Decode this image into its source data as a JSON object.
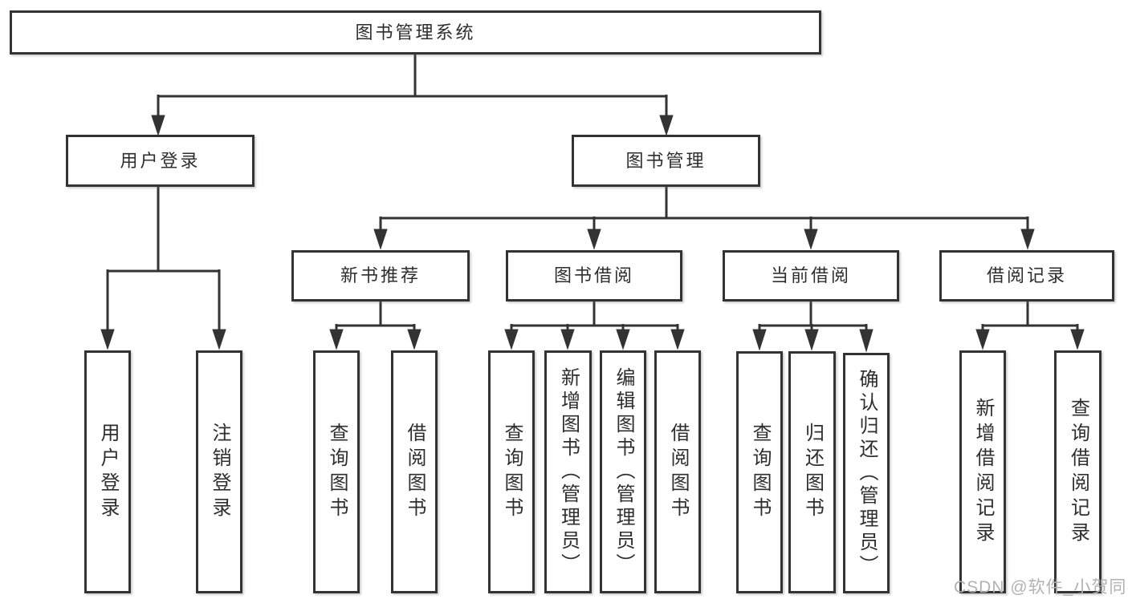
{
  "diagram": {
    "root": {
      "label": "图书管理系统"
    },
    "branches": [
      {
        "label": "用户登录",
        "children": [
          {
            "label": "用户登录"
          },
          {
            "label": "注销登录"
          }
        ]
      },
      {
        "label": "图书管理",
        "children": [
          {
            "label": "新书推荐",
            "children": [
              {
                "label": "查询图书"
              },
              {
                "label": "借阅图书"
              }
            ]
          },
          {
            "label": "图书借阅",
            "children": [
              {
                "label": "查询图书"
              },
              {
                "label": "新增图书（管理员）"
              },
              {
                "label": "编辑图书（管理员）"
              },
              {
                "label": "借阅图书"
              }
            ]
          },
          {
            "label": "当前借阅",
            "children": [
              {
                "label": "查询图书"
              },
              {
                "label": "归还图书"
              },
              {
                "label": "确认归还（管理员）"
              }
            ]
          },
          {
            "label": "借阅记录",
            "children": [
              {
                "label": "新增借阅记录"
              },
              {
                "label": "查询借阅记录"
              }
            ]
          }
        ]
      }
    ]
  },
  "watermark": {
    "text": "CSDN @软件_小贺同学"
  },
  "colors": {
    "line": "#333333",
    "box_border": "#333333",
    "box_fill": "#ffffff",
    "text": "#2e2e2e",
    "watermark": "#b2b2b2"
  }
}
